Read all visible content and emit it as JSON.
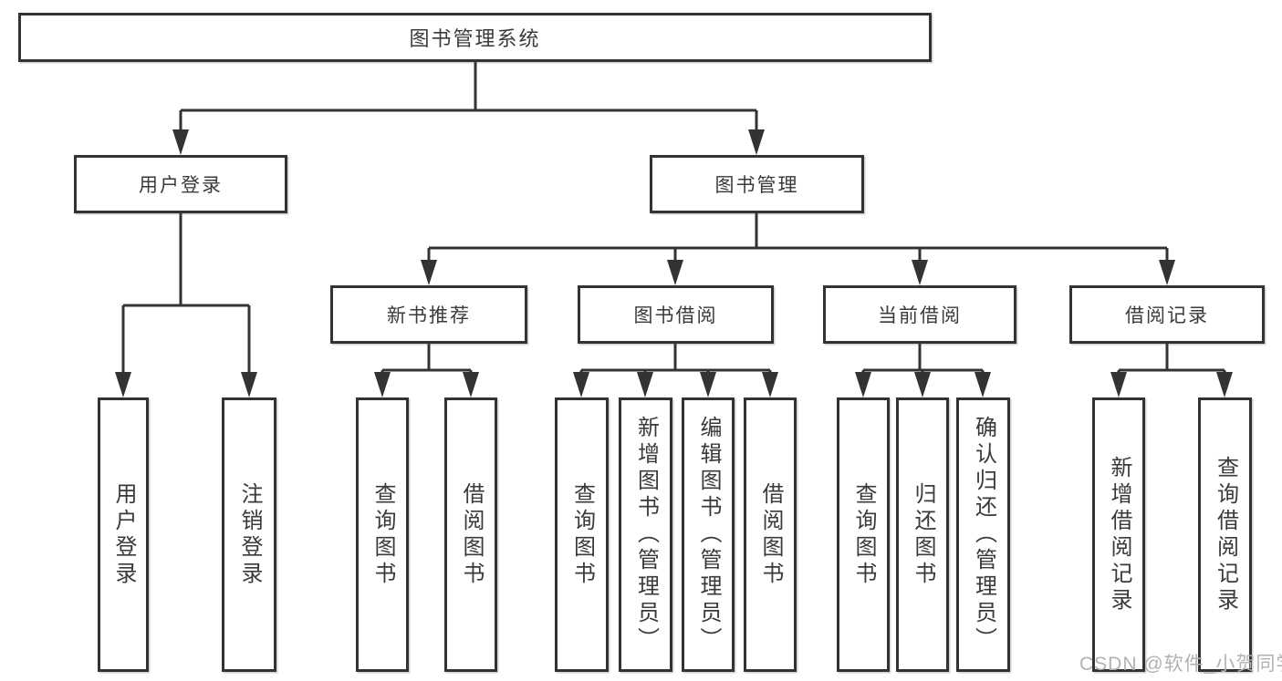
{
  "diagram": {
    "colors": {
      "line": "#333333",
      "text": "#3a3a3a",
      "background": "#ffffff",
      "watermark_color": "#b2b2b2"
    },
    "tree": {
      "root": {
        "label": "图书管理系统"
      },
      "branches": [
        {
          "label": "用户登录",
          "children": [
            {
              "label": "用户登录"
            },
            {
              "label": "注销登录"
            }
          ]
        },
        {
          "label": "图书管理",
          "children": [
            {
              "label": "新书推荐",
              "children": [
                {
                  "label": "查询图书"
                },
                {
                  "label": "借阅图书"
                }
              ]
            },
            {
              "label": "图书借阅",
              "children": [
                {
                  "label": "查询图书"
                },
                {
                  "label": "新增图书（管理员）"
                },
                {
                  "label": "编辑图书（管理员）"
                },
                {
                  "label": "借阅图书"
                }
              ]
            },
            {
              "label": "当前借阅",
              "children": [
                {
                  "label": "查询图书"
                },
                {
                  "label": "归还图书"
                },
                {
                  "label": "确认归还（管理员）"
                }
              ]
            },
            {
              "label": "借阅记录",
              "children": [
                {
                  "label": "新增借阅记录"
                },
                {
                  "label": "查询借阅记录"
                }
              ]
            }
          ]
        }
      ]
    },
    "watermark": {
      "text": "CSDN @软件_小贺同学"
    }
  }
}
